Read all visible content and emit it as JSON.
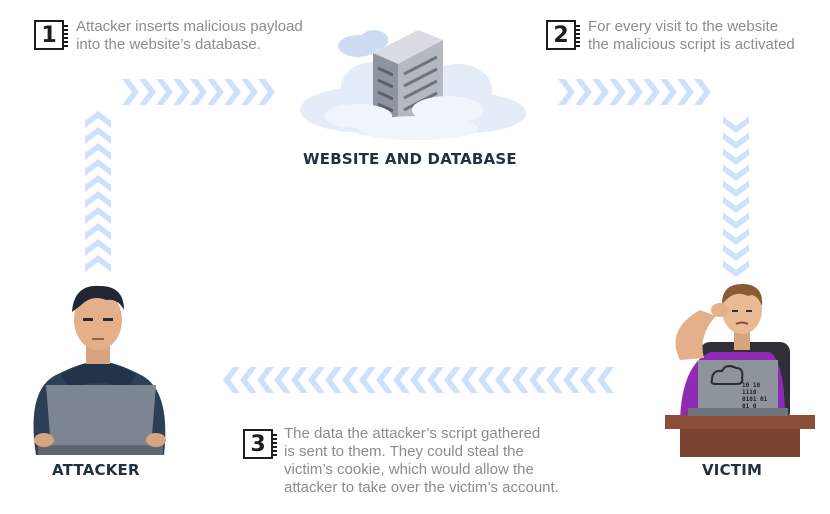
{
  "steps": [
    {
      "number": "1",
      "text_line1": "Attacker inserts malicious payload",
      "text_line2": "into the website’s database."
    },
    {
      "number": "2",
      "text_line1": "For every visit to the website",
      "text_line2": "the malicious script is activated"
    },
    {
      "number": "3",
      "text_line1": "The data the attacker’s script gathered",
      "text_line2": "is sent to them. They could steal the",
      "text_line3": "victim’s cookie, which would allow the",
      "text_line4": "attacker to take over the victim’s account."
    }
  ],
  "nodes": {
    "website": "WEBSITE AND DATABASE",
    "attacker": "ATTACKER",
    "victim": "VICTIM"
  },
  "screen_code": {
    "line1": "10  10",
    "line2": "1110",
    "line3": "0101 01",
    "line4": "01  0"
  },
  "colors": {
    "arrow": "#cfe0ff",
    "label": "#22313f",
    "text": "#8c8c8c",
    "victim_shirt": "#8e2bb5",
    "attacker_hoodie": "#2b3f57"
  }
}
